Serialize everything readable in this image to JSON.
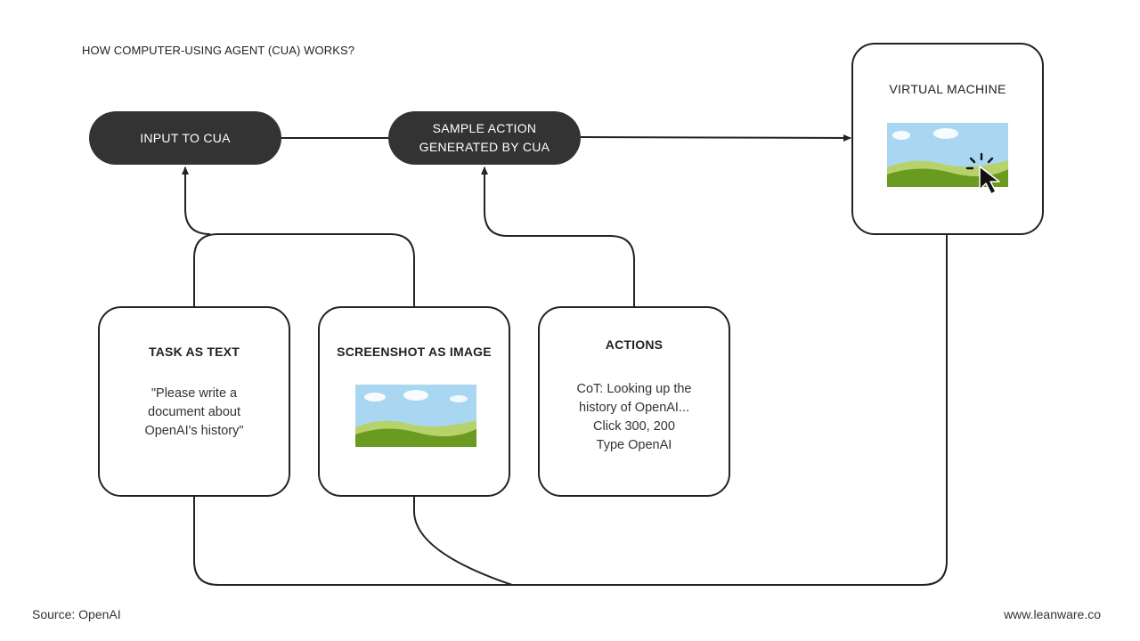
{
  "title": "HOW COMPUTER-USING AGENT (CUA) WORKS?",
  "nodes": {
    "input": {
      "label": "INPUT TO CUA"
    },
    "sample_action": {
      "lines": [
        "SAMPLE ACTION",
        "GENERATED BY CUA"
      ]
    },
    "task": {
      "heading": "TASK AS TEXT",
      "lines": [
        "\"Please  write a",
        "document about",
        "OpenAI's history\""
      ]
    },
    "screenshot": {
      "heading": "SCREENSHOT AS IMAGE"
    },
    "actions": {
      "heading": "ACTIONS",
      "lines": [
        "CoT: Looking up the",
        "history of OpenAI...",
        "Click 300, 200",
        "Type OpenAI"
      ]
    },
    "virtual_machine": {
      "heading": "VIRTUAL MACHINE"
    }
  },
  "footer": {
    "source": "Source: OpenAI",
    "site": "www.leanware.co"
  },
  "colors": {
    "pill_fill": "#333333",
    "stroke": "#222222",
    "sky": "#a9d7f2",
    "grass": "#6a9a1f"
  },
  "icons": [
    "landscape-image-icon",
    "mouse-cursor-icon"
  ]
}
